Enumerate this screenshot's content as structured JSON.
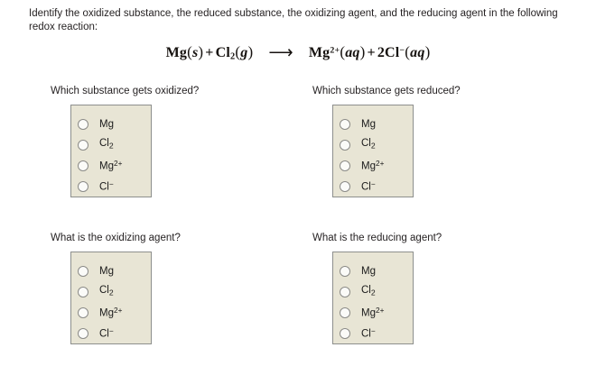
{
  "prompt": {
    "text": "Identify the oxidized substance, the reduced substance, the oxidizing agent, and the reducing agent in the following redox reaction:"
  },
  "equation": {
    "full_text": "Mg(s) + Cl2(g) → Mg2+(aq) + 2Cl-(aq)",
    "left": {
      "reactant1": {
        "formula": "Mg",
        "state": "s"
      },
      "plus": "+",
      "reactant2": {
        "formula": "Cl",
        "subscript": "2",
        "state": "g"
      }
    },
    "arrow": "⟶",
    "right": {
      "product1": {
        "formula": "Mg",
        "superscript": "2+",
        "state": "aq"
      },
      "plus": "+",
      "product2": {
        "coefficient": "2",
        "formula": "Cl",
        "superscript": "−",
        "state": "aq"
      }
    }
  },
  "options": {
    "mg": {
      "formula": "Mg"
    },
    "cl2": {
      "formula": "Cl",
      "subscript": "2"
    },
    "mg2plus": {
      "formula": "Mg",
      "superscript": "2+"
    },
    "clminus": {
      "formula": "Cl",
      "superscript": "−"
    }
  },
  "questions": [
    {
      "id": "oxidized",
      "label": "Which substance gets oxidized?",
      "selected": null
    },
    {
      "id": "reduced",
      "label": "Which substance gets reduced?",
      "selected": null
    },
    {
      "id": "oxidizing-agent",
      "label": "What is the oxidizing agent?",
      "selected": null
    },
    {
      "id": "reducing-agent",
      "label": "What is the reducing agent?",
      "selected": null
    }
  ],
  "colors": {
    "option_box_background": "#e8e5d5",
    "option_box_border": "#8d8f8d",
    "text": "#231f20",
    "page_background": "#ffffff"
  }
}
